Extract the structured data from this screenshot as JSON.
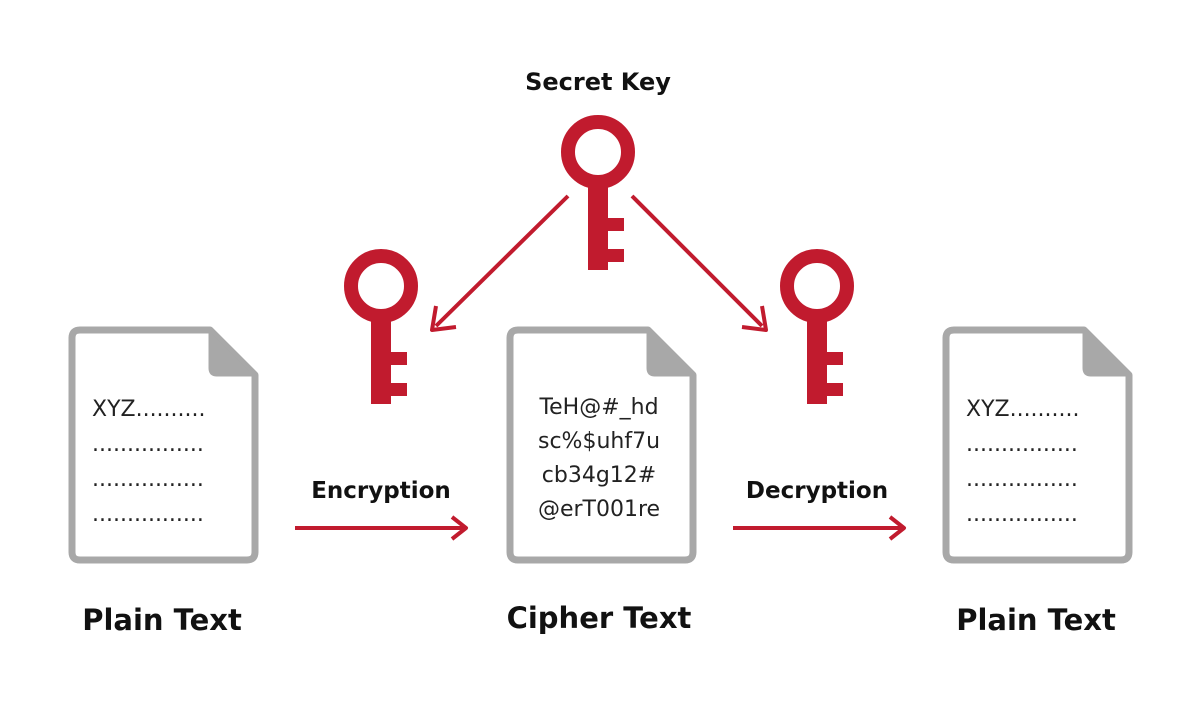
{
  "colors": {
    "key": "#c11b2e",
    "arrow": "#c11b2e",
    "doc_outline": "#a8a8a8",
    "doc_fold": "#a8a8a8",
    "text": "#111111"
  },
  "secret_key": {
    "label": "Secret Key",
    "icon": "key-icon"
  },
  "encryption_key": {
    "icon": "key-icon"
  },
  "decryption_key": {
    "icon": "key-icon"
  },
  "encryption": {
    "label": "Encryption"
  },
  "decryption": {
    "label": "Decryption"
  },
  "plain_left": {
    "title": "Plain Text",
    "lines": [
      "XYZ..........",
      "................",
      "................",
      "................"
    ]
  },
  "cipher": {
    "title": "Cipher Text",
    "lines": [
      "TeH@#_hd",
      "sc%$uhf7u",
      "cb34g12#",
      "@erT001re"
    ]
  },
  "plain_right": {
    "title": "Plain Text",
    "lines": [
      "XYZ..........",
      "................",
      "................",
      "................"
    ]
  }
}
